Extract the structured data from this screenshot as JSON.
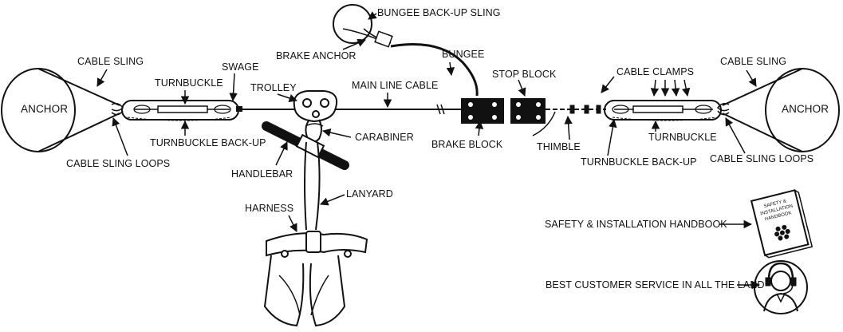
{
  "labels": {
    "anchor_left": "ANCHOR",
    "anchor_right": "ANCHOR",
    "cable_sling_left": "CABLE SLING",
    "cable_sling_right": "CABLE SLING",
    "turnbuckle_left": "TURNBUCKLE",
    "turnbuckle_right": "TURNBUCKLE",
    "swage": "SWAGE",
    "trolley": "TROLLEY",
    "main_line_cable": "MAIN LINE CABLE",
    "bungee_back_up_sling": "BUNGEE BACK-UP SLING",
    "brake_anchor": "BRAKE ANCHOR",
    "bungee": "BUNGEE",
    "stop_block": "STOP BLOCK",
    "cable_clamps": "CABLE CLAMPS",
    "turnbuckle_back_up_left": "TURNBUCKLE BACK-UP",
    "turnbuckle_back_up_right": "TURNBUCKLE BACK-UP",
    "cable_sling_loops_left": "CABLE SLING LOOPS",
    "cable_sling_loops_right": "CABLE SLING LOOPS",
    "carabiner": "CARABINER",
    "handlebar": "HANDLEBAR",
    "lanyard": "LANYARD",
    "harness": "HARNESS",
    "brake_block": "BRAKE BLOCK",
    "thimble": "THIMBLE",
    "safety_handbook": "SAFETY & INSTALLATION HANDBOOK",
    "customer_service": "BEST CUSTOMER SERVICE IN ALL THE LAND"
  },
  "handbook_cover": [
    "SAFETY &",
    "INSTALLATION",
    "HANDBOOK"
  ]
}
